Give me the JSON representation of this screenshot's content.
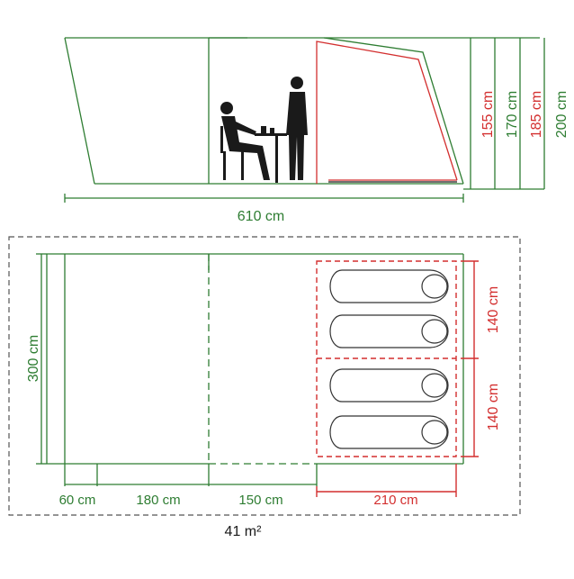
{
  "colors": {
    "green": "#2e7d32",
    "red": "#d32f2f",
    "black": "#1a1a1a",
    "gray": "#555555",
    "bag_outline": "#333333"
  },
  "side_view": {
    "width_label": "610 cm",
    "heights": [
      "155 cm",
      "170 cm",
      "185 cm",
      "200 cm"
    ]
  },
  "floor_plan": {
    "depth_label": "300 cm",
    "segments": [
      "60 cm",
      "180 cm",
      "150 cm",
      "210 cm"
    ],
    "berth_labels": [
      "140 cm",
      "140 cm"
    ],
    "area_label": "41 m²",
    "sleeping_bags": 4
  },
  "icons": {
    "seated_person": "seated-person-icon",
    "standing_person": "standing-person-icon"
  }
}
